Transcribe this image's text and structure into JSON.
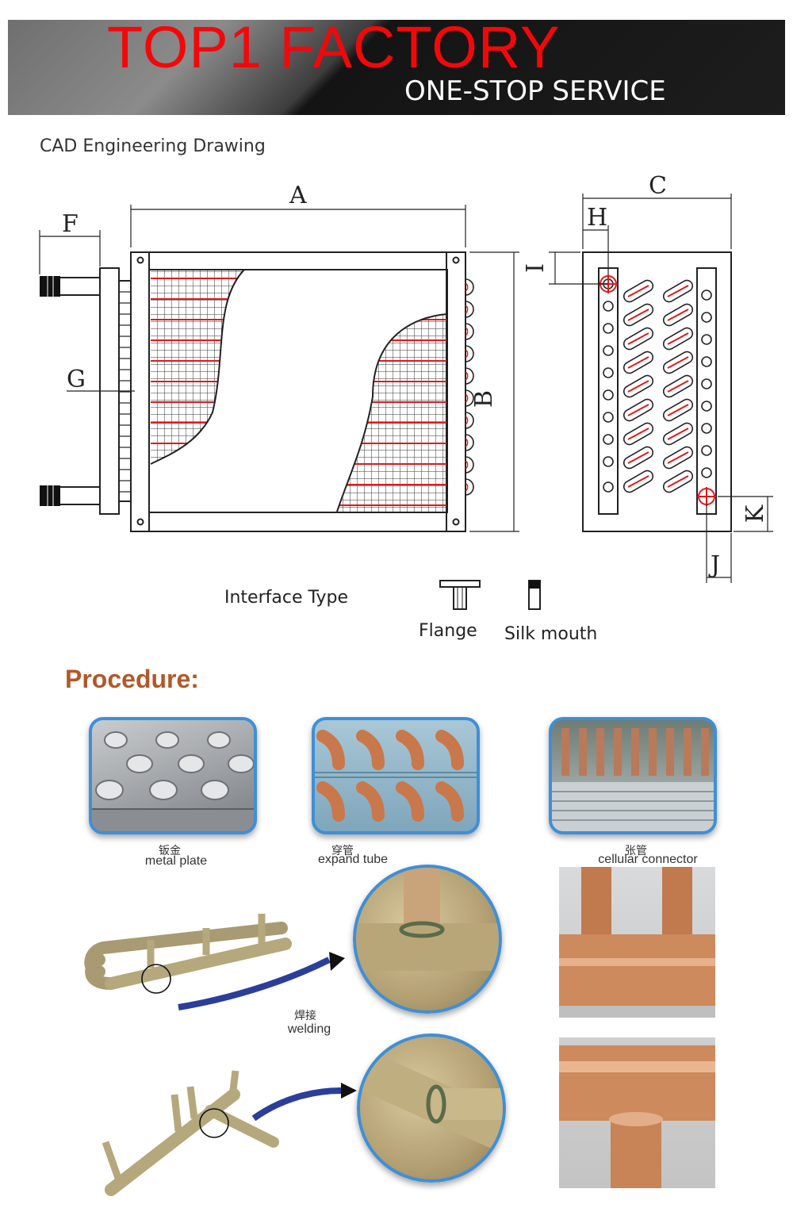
{
  "banner": {
    "title": "TOP1 FACTORY",
    "subtitle": "ONE-STOP SERVICE"
  },
  "cad": {
    "title": "CAD Engineering Drawing",
    "labels": {
      "a": "A",
      "b": "B",
      "c": "C",
      "f": "F",
      "g": "G",
      "h": "H",
      "i": "I",
      "j": "J",
      "k": "K"
    },
    "interface_type": "Interface Type",
    "flange": "Flange",
    "silk_mouth": "Silk mouth"
  },
  "procedure": {
    "title": "Procedure:",
    "steps": [
      {
        "cn": "钣金",
        "en": "metal plate"
      },
      {
        "cn": "穿管",
        "en": "expand tube"
      },
      {
        "cn": "张管",
        "en": "cellular connector"
      }
    ],
    "welding": {
      "cn": "焊接",
      "en": "welding"
    }
  },
  "colors": {
    "banner_red": "#f2080a",
    "procedure_brown": "#b2582a",
    "photo_border": "#3e8fd8",
    "copper": "#c8784a"
  }
}
